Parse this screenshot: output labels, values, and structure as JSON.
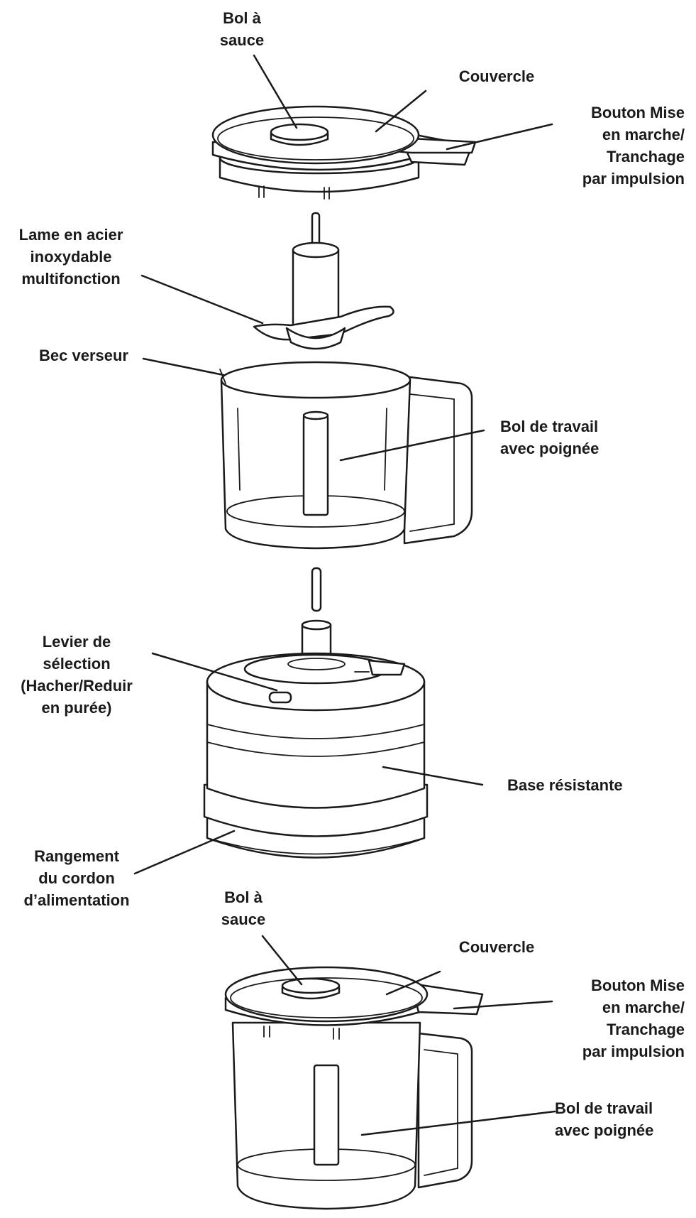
{
  "labels": {
    "top_sauce_bowl": [
      "Bol à",
      "sauce"
    ],
    "top_lid": [
      "Couvercle"
    ],
    "top_button": [
      "Bouton Mise",
      "en marche/",
      "Tranchage",
      "par impulsion"
    ],
    "blade": [
      "Lame en acier",
      "inoxydable",
      "multifonction"
    ],
    "spout": [
      "Bec verseur"
    ],
    "work_bowl": [
      "Bol de travail",
      "avec poignée"
    ],
    "lever": [
      "Levier de",
      "sélection",
      "(Hacher/Reduir",
      "en purée)"
    ],
    "base": [
      "Base résistante"
    ],
    "cord_storage": [
      "Rangement",
      "du cordon",
      "d’alimentation"
    ],
    "bottom_sauce_bowl": [
      "Bol à",
      "sauce"
    ],
    "bottom_lid": [
      "Couvercle"
    ],
    "bottom_button": [
      "Bouton Mise",
      "en marche/",
      "Tranchage",
      "par impulsion"
    ],
    "bottom_work_bowl": [
      "Bol de travail",
      "avec poignée"
    ]
  }
}
